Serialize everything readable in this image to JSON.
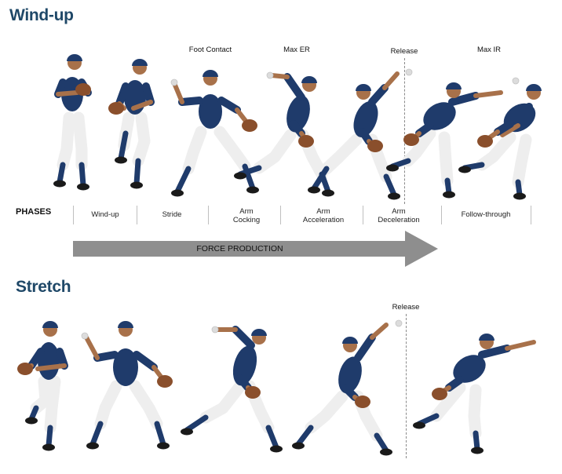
{
  "sections": {
    "windup_title": "Wind-up",
    "stretch_title": "Stretch"
  },
  "milestones": {
    "foot_contact": "Foot Contact",
    "max_er": "Max ER",
    "release": "Release",
    "max_ir": "Max IR",
    "release_stretch": "Release"
  },
  "phases": {
    "label": "PHASES",
    "items": [
      {
        "line1": "Wind-up",
        "line2": ""
      },
      {
        "line1": "Stride",
        "line2": ""
      },
      {
        "line1": "Arm",
        "line2": "Cocking"
      },
      {
        "line1": "Arm",
        "line2": "Acceleration"
      },
      {
        "line1": "Arm",
        "line2": "Deceleration"
      },
      {
        "line1": "Follow-through",
        "line2": ""
      }
    ]
  },
  "arrow": {
    "label": "FORCE PRODUCTION"
  },
  "colors": {
    "title": "#1f4868",
    "jersey": "#1f3b6b",
    "pants": "#eeeeee",
    "skin": "#a8714a",
    "glove": "#8a4f2c",
    "shoes": "#1a1a1a",
    "arrow": "#8e8e8e"
  }
}
